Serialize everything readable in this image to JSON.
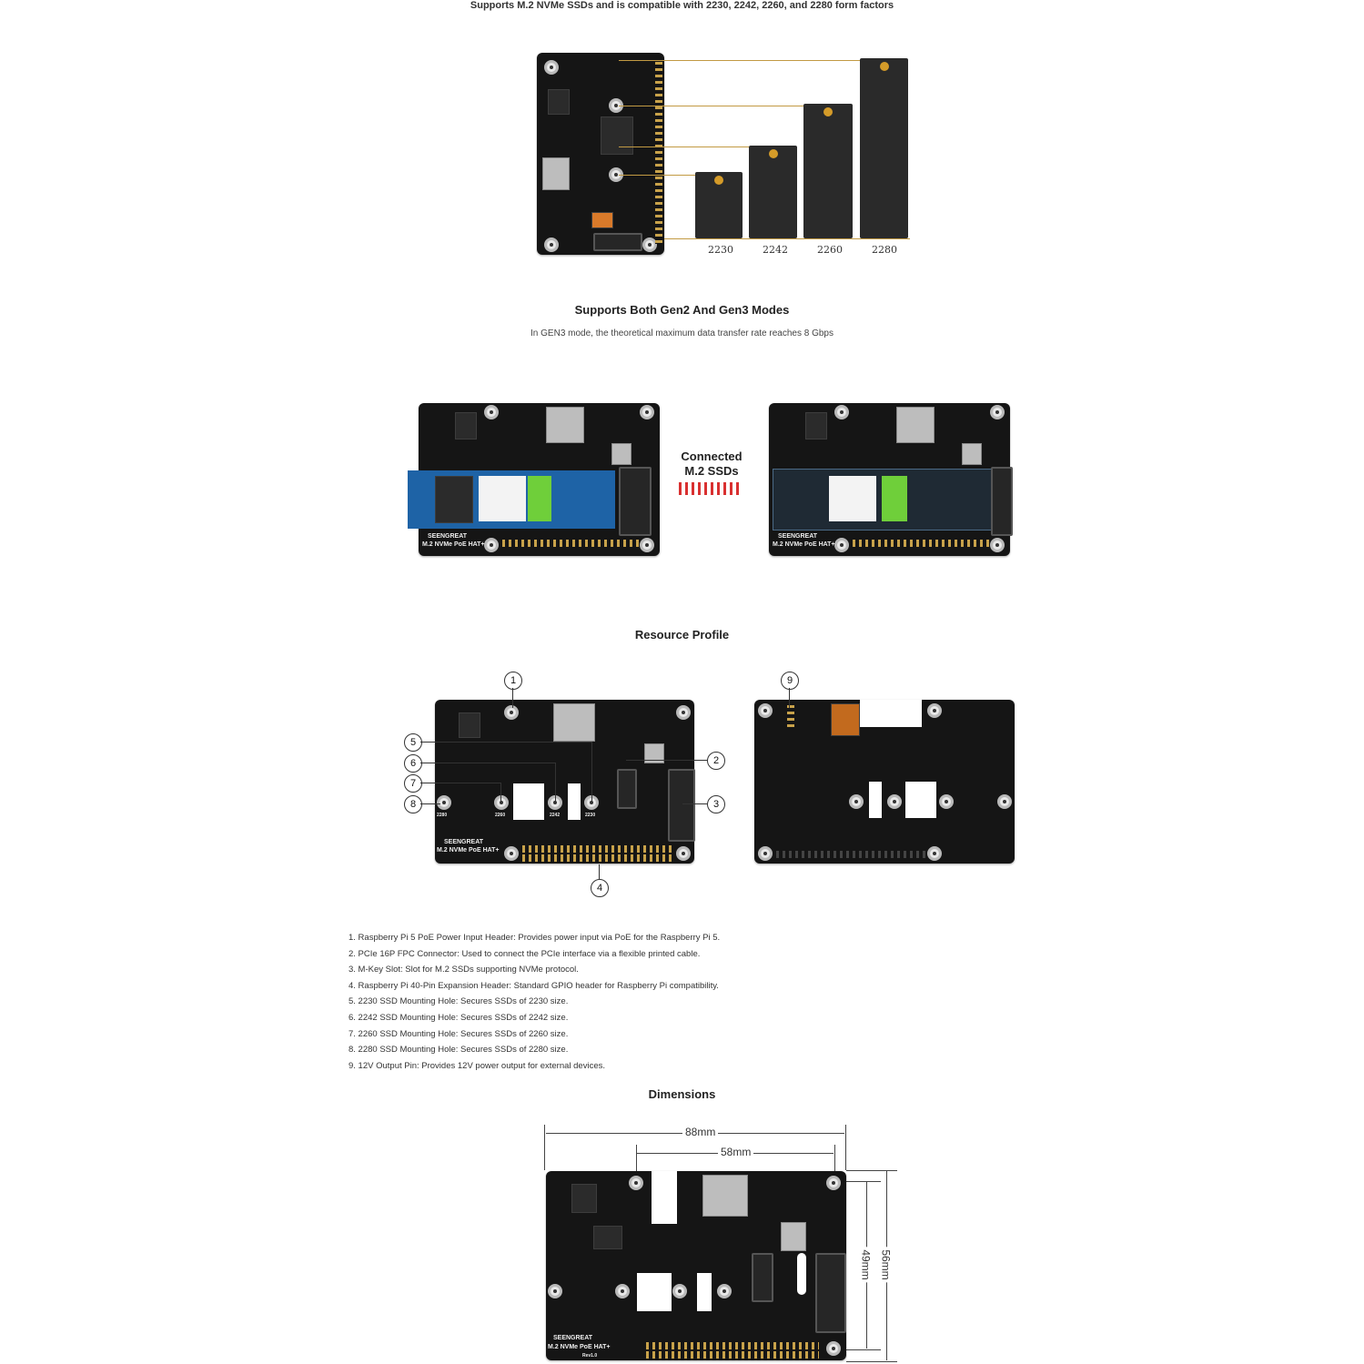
{
  "headline": "Supports M.2 NVMe SSDs and is compatible with 2230, 2242, 2260, and 2280 form factors",
  "form_factors": [
    "2230",
    "2242",
    "2260",
    "2280"
  ],
  "gen_section": {
    "title": "Supports Both Gen2 And Gen3 Modes",
    "subtitle": "In GEN3 mode, the theoretical maximum data transfer rate reaches 8 Gbps"
  },
  "connected_label": [
    "Connected",
    "M.2 SSDs"
  ],
  "board_brand": "SEENGREAT",
  "board_model": "M.2 NVMe PoE HAT+",
  "board_rev": "Rev1.0",
  "resource_section": {
    "title": "Resource Profile",
    "markers": [
      "1",
      "2",
      "3",
      "4",
      "5",
      "6",
      "7",
      "8",
      "9"
    ],
    "hole_labels": [
      "2280",
      "2260",
      "2242",
      "2230"
    ],
    "items": [
      "1. Raspberry Pi 5 PoE Power Input Header: Provides power input via PoE for the Raspberry Pi 5.",
      "2. PCIe 16P FPC Connector: Used to connect the PCIe interface via a flexible printed cable.",
      "3. M-Key Slot: Slot for M.2 SSDs supporting NVMe protocol.",
      "4. Raspberry Pi 40-Pin Expansion Header: Standard GPIO header for Raspberry Pi compatibility.",
      "5. 2230 SSD Mounting Hole: Secures SSDs of 2230 size.",
      "6. 2242 SSD Mounting Hole: Secures SSDs of 2242 size.",
      "7. 2260 SSD Mounting Hole: Secures SSDs of 2260 size.",
      "8. 2280 SSD Mounting Hole: Secures SSDs of 2280 size.",
      "9. 12V Output Pin: Provides 12V power output for external devices."
    ]
  },
  "dimensions_section": {
    "title": "Dimensions",
    "width_outer": "88mm",
    "width_inner": "58mm",
    "height_inner": "49mm",
    "height_outer": "56mm"
  },
  "colors": {
    "pcb": "#151515",
    "accent_gold": "#c29a43",
    "ssd_blue": "#1e63a6",
    "label_green": "#6fcf3a",
    "arrow_red": "#d93030"
  }
}
